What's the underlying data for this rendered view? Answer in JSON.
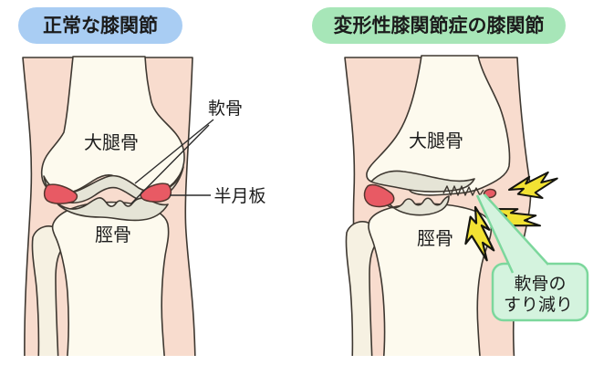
{
  "diagram": {
    "normal": {
      "title": "正常な膝関節",
      "femur_label": "大腿骨",
      "tibia_label": "脛骨",
      "cartilage_label": "軟骨",
      "meniscus_label": "半月板"
    },
    "osteoarthritis": {
      "title": "変形性膝関節症の膝関節",
      "femur_label": "大腿骨",
      "tibia_label": "脛骨",
      "callout_line1": "軟骨の",
      "callout_line2": "すり減り"
    },
    "colors": {
      "skin": "#f8dcce",
      "bone": "#fdfaee",
      "cartilage": "#e5e4d6",
      "meniscus_red": "#e85a64",
      "normal_title_bg": "#a9cdf3",
      "oa_title_bg": "#a7e6b8",
      "callout_bg": "#d4f3de",
      "callout_border": "#7cd79c",
      "pain_bolt_yellow": "#f2e233",
      "line_outline": "#3e3831"
    }
  }
}
